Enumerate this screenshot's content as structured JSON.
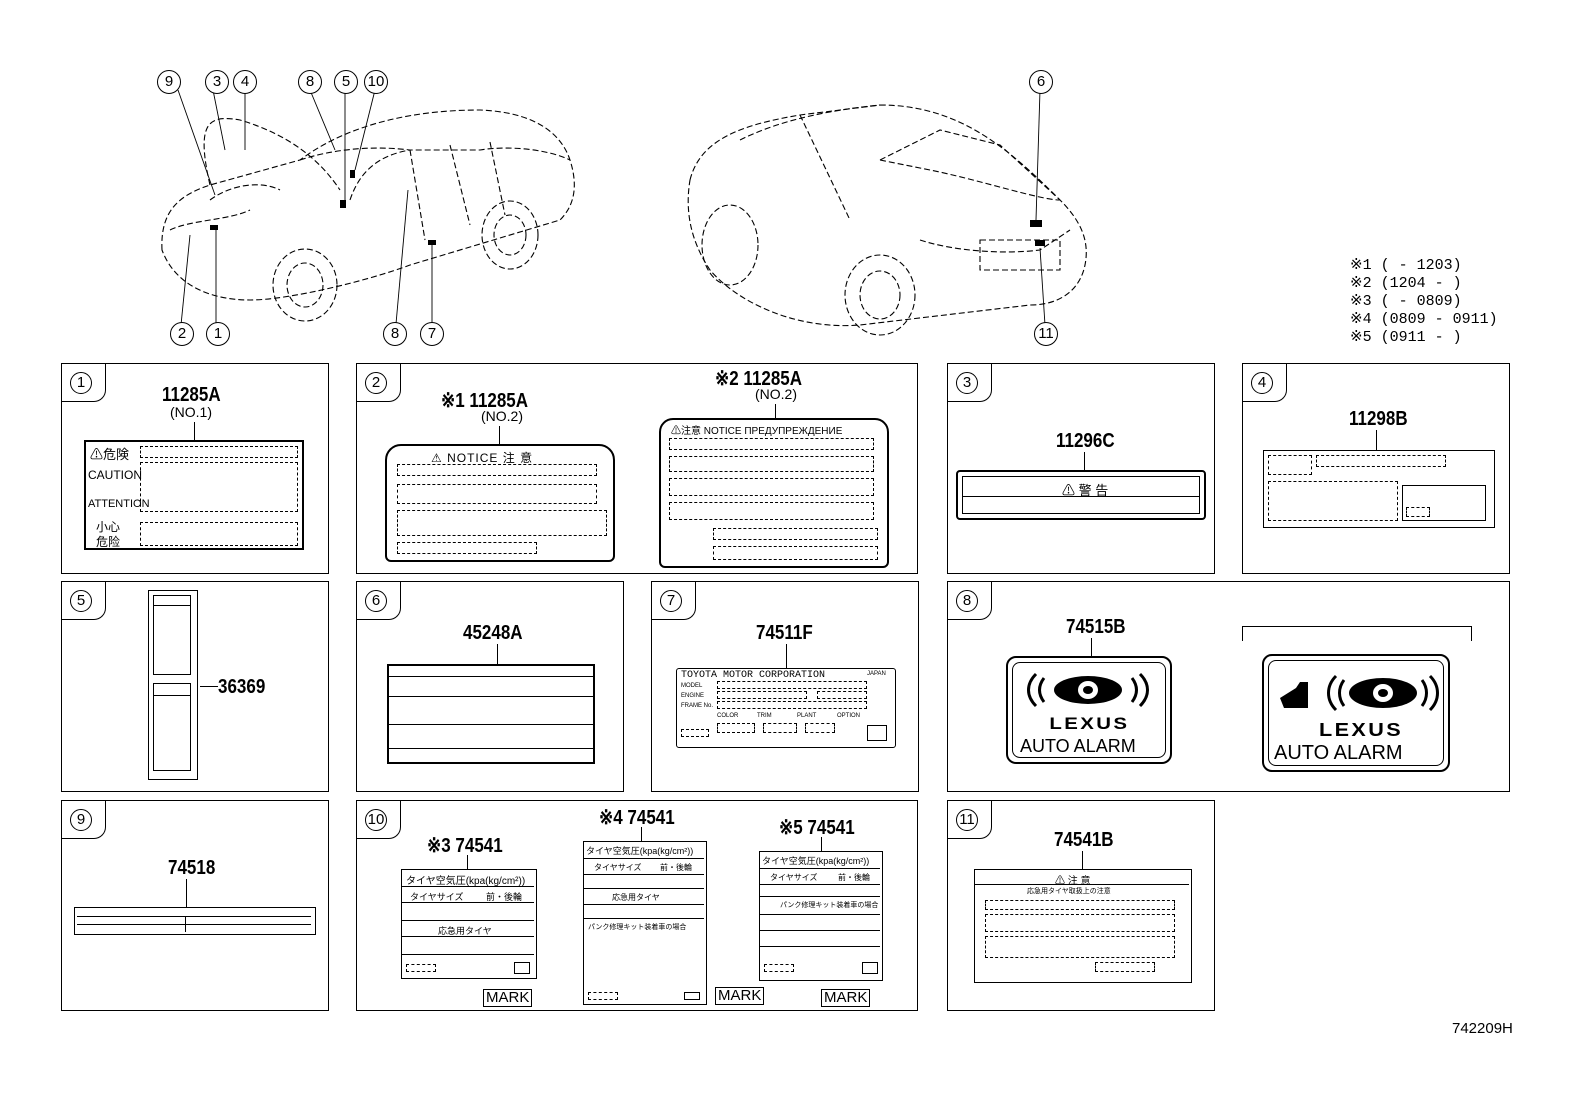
{
  "callouts": {
    "c9": "9",
    "c3": "3",
    "c4": "4",
    "c8a": "8",
    "c5": "5",
    "c10": "10",
    "c6": "6",
    "c2": "2",
    "c1": "1",
    "c8b": "8",
    "c7": "7",
    "c11": "11"
  },
  "notes": {
    "n1": "※1 (       - 1203)",
    "n2": "※2 (1204 -       )",
    "n3": "※3 (       - 0809)",
    "n4": "※4 (0809 - 0911)",
    "n5": "※5 (0911 -       )"
  },
  "doc_id": "742209H",
  "panels": {
    "p1": {
      "num": "1",
      "part": "11285A",
      "sub": "(NO.1)",
      "r1": "⚠危険",
      "r2": "CAUTION",
      "r3": "ATTENTION",
      "r4a": "小心",
      "r4b": "危险"
    },
    "p2": {
      "num": "2",
      "a_part": "※1 11285A",
      "a_sub": "(NO.2)",
      "a_head": "⚠  NOTICE  注 意",
      "b_part": "※2 11285A",
      "b_sub": "(NO.2)",
      "b_head": "⚠注意 NOTICE ПРЕДУПРЕЖДЕНИЕ"
    },
    "p3": {
      "num": "3",
      "part": "11296C",
      "head": "⚠ 警 告"
    },
    "p4": {
      "num": "4",
      "part": "11298B"
    },
    "p5": {
      "num": "5",
      "part": "36369"
    },
    "p6": {
      "num": "6",
      "part": "45248A"
    },
    "p7": {
      "num": "7",
      "part": "74511F",
      "corp": "TOYOTA  MOTOR  CORPORATION",
      "japan": "JAPAN",
      "model": "MODEL",
      "engine": "ENGINE",
      "frame": "FRAME No.",
      "color": "COLOR",
      "trim": "TRIM",
      "plant": "PLANT",
      "option": "OPTION"
    },
    "p8": {
      "num": "8",
      "part": "74515B",
      "brand": "LEXUS",
      "alarm": "AUTO ALARM"
    },
    "p9": {
      "num": "9",
      "part": "74518"
    },
    "p10": {
      "num": "10",
      "a_part": "※3 74541",
      "b_part": "※4 74541",
      "c_part": "※5 74541",
      "title": "タイヤ空気圧(kpa(kg/cm²))",
      "size": "タイヤサイズ",
      "fr": "前・後輪",
      "spare": "応急用タイヤ",
      "kit": "パンク修理キット装着車の場合",
      "mark": "MARK"
    },
    "p11": {
      "num": "11",
      "part": "74541B",
      "head": "⚠  注  意",
      "line": "応急用タイヤ取扱上の注意"
    }
  }
}
